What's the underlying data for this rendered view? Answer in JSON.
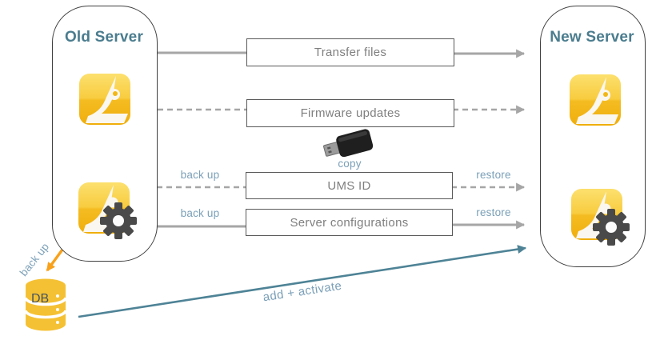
{
  "old_server": {
    "title": "Old Server"
  },
  "new_server": {
    "title": "New Server"
  },
  "transfers": [
    {
      "label": "Transfer files",
      "line_style": "solid"
    },
    {
      "label": "Firmware updates",
      "line_style": "dashed"
    },
    {
      "label": "UMS ID",
      "line_style": "dashed",
      "left": "back up",
      "right": "restore"
    },
    {
      "label": "Server configurations",
      "line_style": "solid",
      "left": "back up",
      "right": "restore"
    }
  ],
  "usb": {
    "caption": "copy"
  },
  "database": {
    "label": "DB",
    "caption": "back up"
  },
  "migration": {
    "caption": "add + activate"
  },
  "icons": [
    "igel-console-icon-old",
    "igel-ums-gear-icon-old",
    "igel-console-icon-new",
    "igel-ums-gear-icon-new",
    "usb-stick-icon",
    "db-cylinder-icon",
    "sync-arrow-old",
    "sync-arrow-new",
    "sync-arrow-db"
  ],
  "colors": {
    "title_teal": "#4A7C8E",
    "caption_blue": "#7BA0B8",
    "arrow_gray": "#A6A6A6",
    "arrow_orange": "#F9A11B",
    "arrow_teal": "#4E8396",
    "icon_yellow": "#F5C134",
    "gear_gray": "#4A4A4A",
    "box_border": "#595959",
    "box_text": "#7F7F7F"
  }
}
